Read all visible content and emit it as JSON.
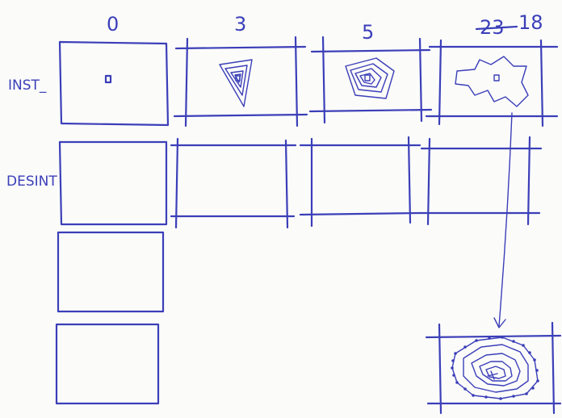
{
  "columns": [
    "0",
    "3",
    "5",
    "23",
    "18"
  ],
  "rows": [
    "INST_",
    "DESINT"
  ],
  "colors": {
    "ink": "#3b3fb8",
    "paper": "#fbfbfa"
  }
}
